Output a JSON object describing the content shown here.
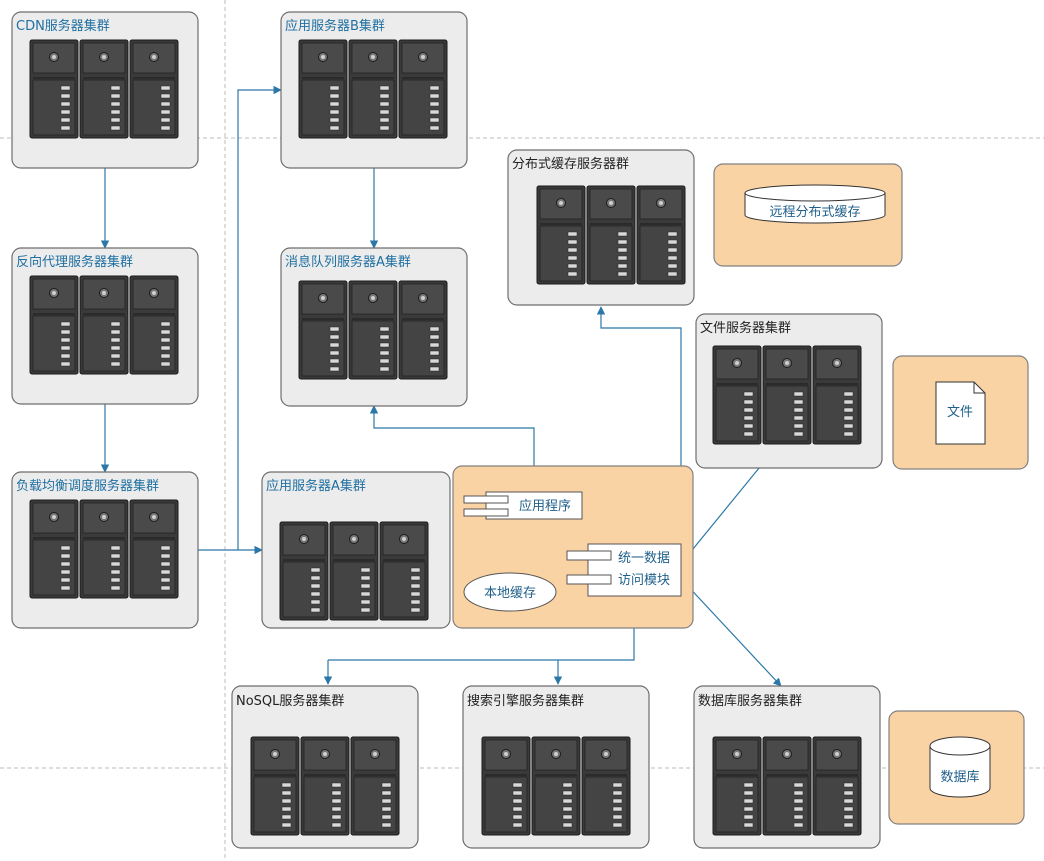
{
  "clusters": {
    "cdn": "CDN服务器集群",
    "reverse_proxy": "反向代理服务器集群",
    "load_balancer": "负载均衡调度服务器集群",
    "app_b": "应用服务器B集群",
    "mq_a": "消息队列服务器A集群",
    "app_a": "应用服务器A集群",
    "dist_cache": "分布式缓存服务器群",
    "file": "文件服务器集群",
    "nosql": "NoSQL服务器集群",
    "search": "搜索引擎服务器集群",
    "database": "数据库服务器集群"
  },
  "resources": {
    "remote_cache": "远程分布式缓存",
    "file_doc": "文件",
    "database_store": "数据库"
  },
  "app_internals": {
    "application": "应用程序",
    "local_cache": "本地缓存",
    "data_access_line1": "统一数据",
    "data_access_line2": "访问模块"
  },
  "colors": {
    "cluster_fill": "#ececec",
    "resource_fill": "#fad3a5",
    "connector": "#2b78a8",
    "server_body": "#3a3a3a"
  }
}
